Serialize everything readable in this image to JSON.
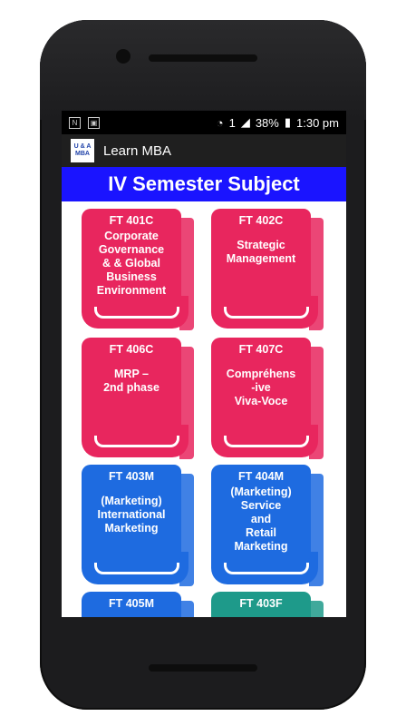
{
  "status": {
    "time": "1:30 pm",
    "battery": "38%",
    "sim": "1"
  },
  "app": {
    "title": "Learn MBA",
    "logo_text": "U & A MBA"
  },
  "banner": {
    "title": "IV Semester Subject"
  },
  "subjects": [
    {
      "code": "FT 401C",
      "lines": [
        "Corporate",
        "Governance",
        "& & Global",
        "Business",
        "Environment"
      ],
      "color": "pink"
    },
    {
      "code": "FT 402C",
      "lines": [
        "Strategic",
        "Management"
      ],
      "color": "pink"
    },
    {
      "code": "FT 406C",
      "lines": [
        "MRP –",
        "2nd phase"
      ],
      "color": "pink"
    },
    {
      "code": "FT 407C",
      "lines": [
        "Compréhens",
        "-ive",
        "Viva-Voce"
      ],
      "color": "pink"
    },
    {
      "code": "FT 403M",
      "lines": [
        "(Marketing)",
        "International",
        "Marketing"
      ],
      "color": "blue"
    },
    {
      "code": "FT 404M",
      "lines": [
        "(Marketing)",
        "Service",
        "and",
        "Retail",
        "Marketing"
      ],
      "color": "blue"
    },
    {
      "code": "FT 405M",
      "lines": [],
      "color": "blue"
    },
    {
      "code": "FT 403F",
      "lines": [],
      "color": "teal"
    }
  ]
}
